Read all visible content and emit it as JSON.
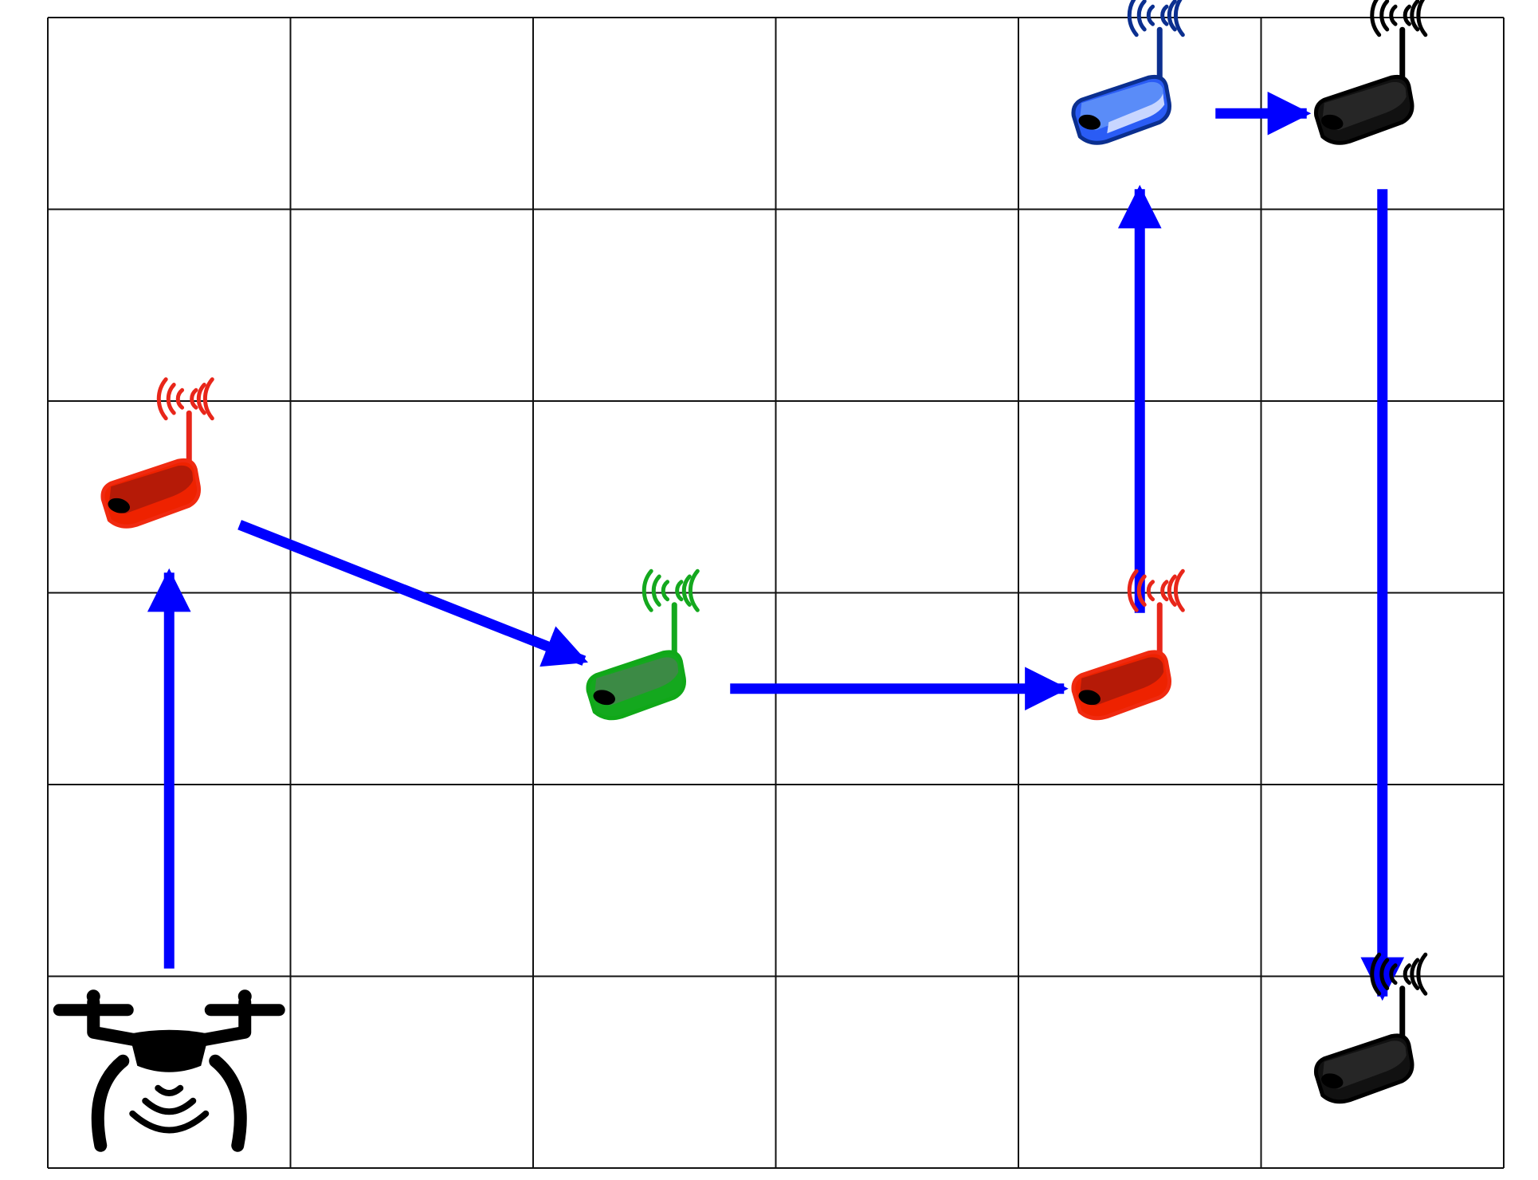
{
  "diagram": {
    "grid": {
      "cols": 6,
      "rows": 6,
      "line_color": "#111111",
      "background": "#ffffff"
    },
    "drone": {
      "icon": "drone-icon",
      "color": "#000000",
      "col": 1,
      "row": 6
    },
    "sensors": [
      {
        "id": "sensor-red-1",
        "icon": "router-icon",
        "color": "red",
        "col": 1,
        "row": 3
      },
      {
        "id": "sensor-green-1",
        "icon": "router-icon",
        "color": "green",
        "col": 3,
        "row": 4
      },
      {
        "id": "sensor-red-2",
        "icon": "router-icon",
        "color": "red",
        "col": 5,
        "row": 4
      },
      {
        "id": "sensor-blue-1",
        "icon": "router-icon",
        "color": "blue",
        "col": 5,
        "row": 1
      },
      {
        "id": "sensor-black-1",
        "icon": "router-icon",
        "color": "black",
        "col": 6,
        "row": 1
      },
      {
        "id": "sensor-black-2",
        "icon": "router-icon",
        "color": "black",
        "col": 6,
        "row": 6
      }
    ],
    "path": {
      "color": "#0000ff",
      "order": [
        "drone",
        "sensor-red-1",
        "sensor-green-1",
        "sensor-red-2",
        "sensor-blue-1",
        "sensor-black-1",
        "sensor-black-2"
      ]
    },
    "palette": {
      "red": {
        "body": "#ee2200",
        "top": "#b51a07",
        "outline": "#f02a10",
        "signal": "#e8261a"
      },
      "green": {
        "body": "#14a81e",
        "top": "#3c8a45",
        "outline": "#10a818",
        "signal": "#14a81e"
      },
      "blue": {
        "body": "#2a5cf5",
        "top": "#5a8cf8",
        "outline": "#0b2f8f",
        "signal": "#0b2f8f",
        "shine": "#c8d6ff"
      },
      "black": {
        "body": "#111111",
        "top": "#262626",
        "outline": "#000000",
        "signal": "#000000"
      }
    }
  }
}
